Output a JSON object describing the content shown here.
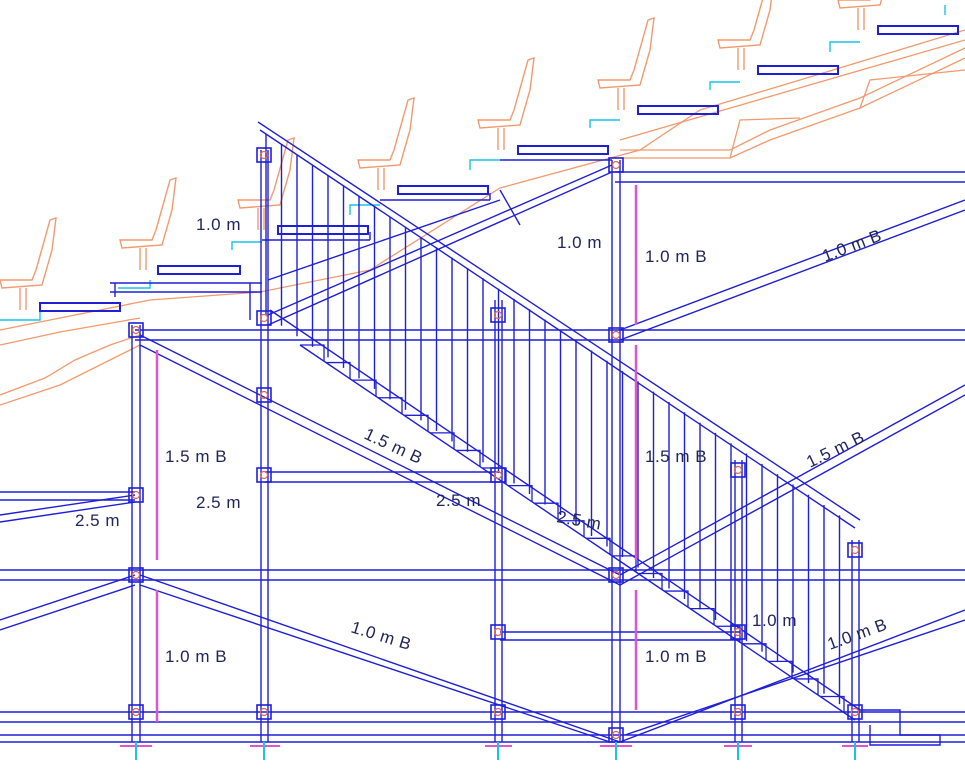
{
  "colors": {
    "structure": "#1f1fd6",
    "seating": "#f29a6e",
    "riser": "#19c3e8",
    "brace_marker": "#e055c8",
    "label": "#20255a",
    "background": "#ffffff"
  },
  "labels": {
    "upper_left_1_0m": "1.0 m",
    "upper_mid_1_0m": "1.0 m",
    "upper_right_1_0mB": "1.0 m B",
    "diag_right_1_0mB": "1.0 m B",
    "left_1_5mB": "1.5 m B",
    "left_2_5m": "2.5 m",
    "far_left_2_5m": "2.5 m",
    "stair_1_5mB": "1.5 m B",
    "stair_2_5m": "2.5 m",
    "stair_2_5m_lower": "2.5 m",
    "right_1_5mB": "1.5 m B",
    "diag_right_1_5mB": "1.5 m B",
    "lower_left_1_0mB": "1.0 m B",
    "lower_diag_1_0mB": "1.0 m B",
    "lower_right_1_0mB": "1.0 m B",
    "lower_stair_1_0m": "1.0 m",
    "lower_far_right_1_0mB": "1.0 m B"
  },
  "icons": {
    "seat": "stadium-seat-icon",
    "coupler": "scaffold-coupler-icon"
  }
}
